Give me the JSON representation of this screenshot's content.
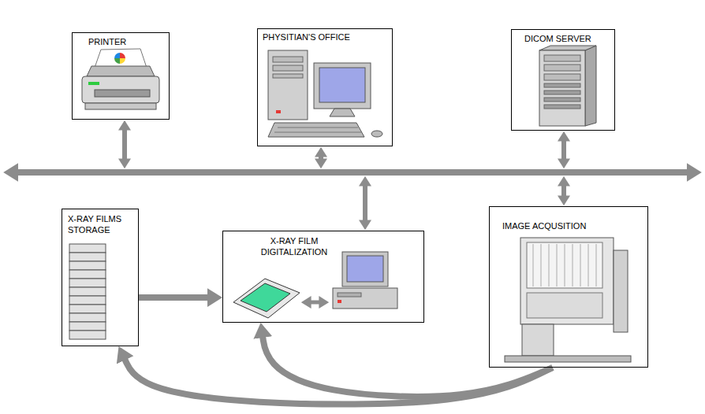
{
  "diagram": {
    "nodes": [
      {
        "text": [
          "PRINTER"
        ]
      },
      {
        "text": [
          "PHYSITIAN'S OFFICE"
        ]
      },
      {
        "text": [
          "DICOM SERVER"
        ]
      },
      {
        "text": [
          "X-RAY FILMS STORAGE"
        ]
      },
      {
        "text": [
          "X-RAY FILM DIGITALIZATION"
        ]
      },
      {
        "text": [
          "IMAGE ACQUSITION"
        ]
      }
    ],
    "edges": [
      {
        "from": 3,
        "to": 4,
        "arrow": "to"
      },
      {
        "from": 5,
        "to": 3,
        "arrow": "to"
      },
      {
        "from": 5,
        "to": 4,
        "arrow": "to"
      }
    ]
  }
}
